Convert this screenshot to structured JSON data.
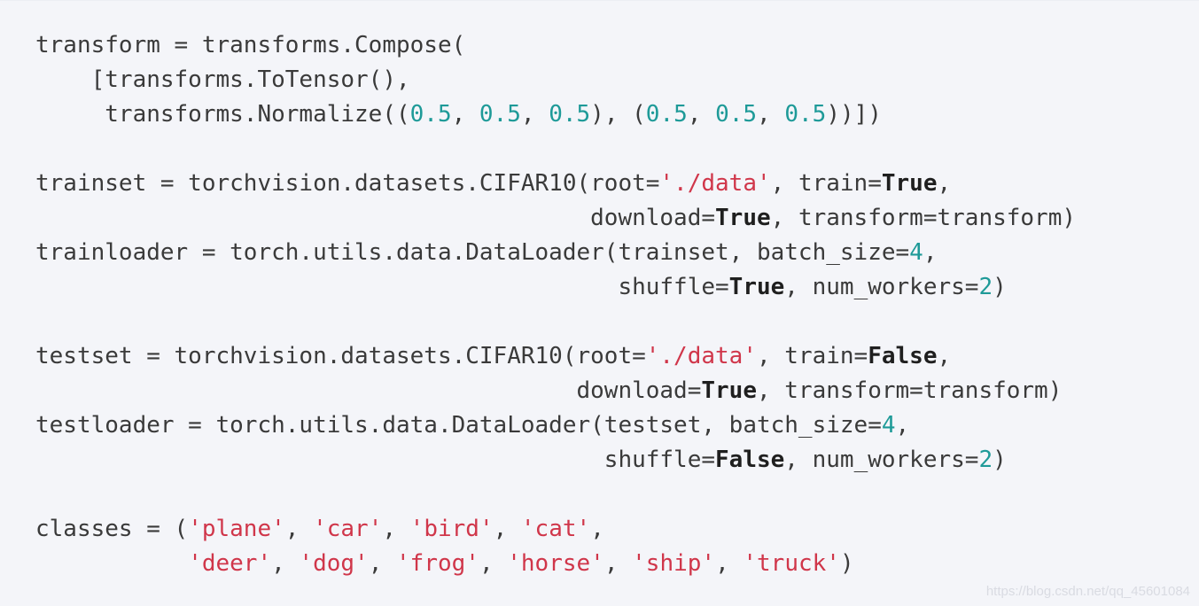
{
  "code_lines": [
    [
      {
        "t": "plain",
        "v": "transform = transforms.Compose("
      }
    ],
    [
      {
        "t": "plain",
        "v": "    [transforms.ToTensor(),"
      }
    ],
    [
      {
        "t": "plain",
        "v": "     transforms.Normalize(("
      },
      {
        "t": "num",
        "v": "0.5"
      },
      {
        "t": "plain",
        "v": ", "
      },
      {
        "t": "num",
        "v": "0.5"
      },
      {
        "t": "plain",
        "v": ", "
      },
      {
        "t": "num",
        "v": "0.5"
      },
      {
        "t": "plain",
        "v": "), ("
      },
      {
        "t": "num",
        "v": "0.5"
      },
      {
        "t": "plain",
        "v": ", "
      },
      {
        "t": "num",
        "v": "0.5"
      },
      {
        "t": "plain",
        "v": ", "
      },
      {
        "t": "num",
        "v": "0.5"
      },
      {
        "t": "plain",
        "v": "))])"
      }
    ],
    [
      {
        "t": "plain",
        "v": ""
      }
    ],
    [
      {
        "t": "plain",
        "v": "trainset = torchvision.datasets.CIFAR10(root="
      },
      {
        "t": "str",
        "v": "'./data'"
      },
      {
        "t": "plain",
        "v": ", train="
      },
      {
        "t": "kw",
        "v": "True"
      },
      {
        "t": "plain",
        "v": ","
      }
    ],
    [
      {
        "t": "plain",
        "v": "                                        download="
      },
      {
        "t": "kw",
        "v": "True"
      },
      {
        "t": "plain",
        "v": ", transform=transform)"
      }
    ],
    [
      {
        "t": "plain",
        "v": "trainloader = torch.utils.data.DataLoader(trainset, batch_size="
      },
      {
        "t": "num",
        "v": "4"
      },
      {
        "t": "plain",
        "v": ","
      }
    ],
    [
      {
        "t": "plain",
        "v": "                                          shuffle="
      },
      {
        "t": "kw",
        "v": "True"
      },
      {
        "t": "plain",
        "v": ", num_workers="
      },
      {
        "t": "num",
        "v": "2"
      },
      {
        "t": "plain",
        "v": ")"
      }
    ],
    [
      {
        "t": "plain",
        "v": ""
      }
    ],
    [
      {
        "t": "plain",
        "v": "testset = torchvision.datasets.CIFAR10(root="
      },
      {
        "t": "str",
        "v": "'./data'"
      },
      {
        "t": "plain",
        "v": ", train="
      },
      {
        "t": "kw",
        "v": "False"
      },
      {
        "t": "plain",
        "v": ","
      }
    ],
    [
      {
        "t": "plain",
        "v": "                                       download="
      },
      {
        "t": "kw",
        "v": "True"
      },
      {
        "t": "plain",
        "v": ", transform=transform)"
      }
    ],
    [
      {
        "t": "plain",
        "v": "testloader = torch.utils.data.DataLoader(testset, batch_size="
      },
      {
        "t": "num",
        "v": "4"
      },
      {
        "t": "plain",
        "v": ","
      }
    ],
    [
      {
        "t": "plain",
        "v": "                                         shuffle="
      },
      {
        "t": "kw",
        "v": "False"
      },
      {
        "t": "plain",
        "v": ", num_workers="
      },
      {
        "t": "num",
        "v": "2"
      },
      {
        "t": "plain",
        "v": ")"
      }
    ],
    [
      {
        "t": "plain",
        "v": ""
      }
    ],
    [
      {
        "t": "plain",
        "v": "classes = ("
      },
      {
        "t": "str",
        "v": "'plane'"
      },
      {
        "t": "plain",
        "v": ", "
      },
      {
        "t": "str",
        "v": "'car'"
      },
      {
        "t": "plain",
        "v": ", "
      },
      {
        "t": "str",
        "v": "'bird'"
      },
      {
        "t": "plain",
        "v": ", "
      },
      {
        "t": "str",
        "v": "'cat'"
      },
      {
        "t": "plain",
        "v": ","
      }
    ],
    [
      {
        "t": "plain",
        "v": "           "
      },
      {
        "t": "str",
        "v": "'deer'"
      },
      {
        "t": "plain",
        "v": ", "
      },
      {
        "t": "str",
        "v": "'dog'"
      },
      {
        "t": "plain",
        "v": ", "
      },
      {
        "t": "str",
        "v": "'frog'"
      },
      {
        "t": "plain",
        "v": ", "
      },
      {
        "t": "str",
        "v": "'horse'"
      },
      {
        "t": "plain",
        "v": ", "
      },
      {
        "t": "str",
        "v": "'ship'"
      },
      {
        "t": "plain",
        "v": ", "
      },
      {
        "t": "str",
        "v": "'truck'"
      },
      {
        "t": "plain",
        "v": ")"
      }
    ]
  ],
  "watermark": "https://blog.csdn.net/qq_45601084",
  "colors": {
    "background": "#f4f5f9",
    "text": "#3a3a3a",
    "number": "#1e9a98",
    "string": "#d0364a",
    "keyword": "#1f1f1f"
  }
}
